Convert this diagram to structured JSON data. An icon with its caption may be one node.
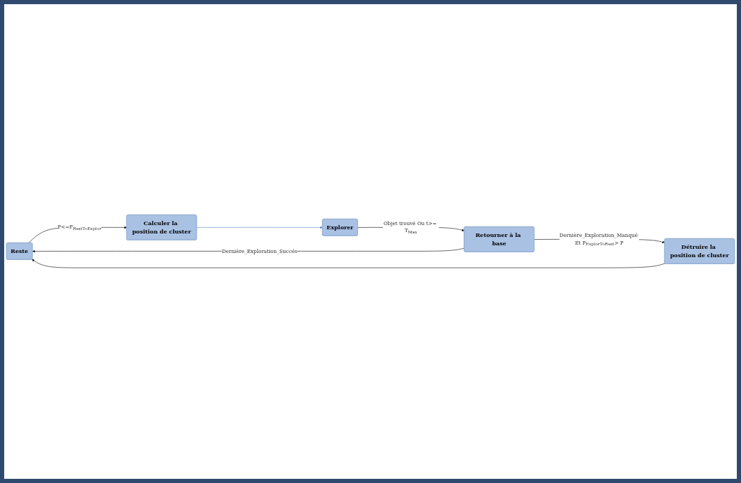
{
  "diagram": {
    "nodes": [
      {
        "text": [
          "Reste"
        ]
      },
      {
        "text": [
          "Calculer la position de cluster"
        ]
      },
      {
        "text": [
          "Explorer"
        ]
      },
      {
        "text": [
          "Retourner à la base"
        ]
      },
      {
        "text": [
          "Détruire la position de cluster"
        ]
      }
    ],
    "edges": [
      {
        "from": 0,
        "to": 1,
        "arrow": "to",
        "label": "P<=P$_{RestToExplor}$"
      },
      {
        "from": 1,
        "to": 2,
        "arrow": "to",
        "color": "#4f81bd"
      },
      {
        "from": 2,
        "to": 3,
        "arrow": "to",
        "label": "Objet trouvé Ou t>= T$_{Max}$"
      },
      {
        "from": 3,
        "to": 0,
        "arrow": "to",
        "label": "Dernière_Exploration_Succés"
      },
      {
        "from": 3,
        "to": 4,
        "arrow": "to",
        "label": "Dernière_Exploration_Manqué Et P$_{ExplorToRest}$> P"
      },
      {
        "from": 4,
        "to": 0,
        "arrow": "to"
      }
    ]
  }
}
